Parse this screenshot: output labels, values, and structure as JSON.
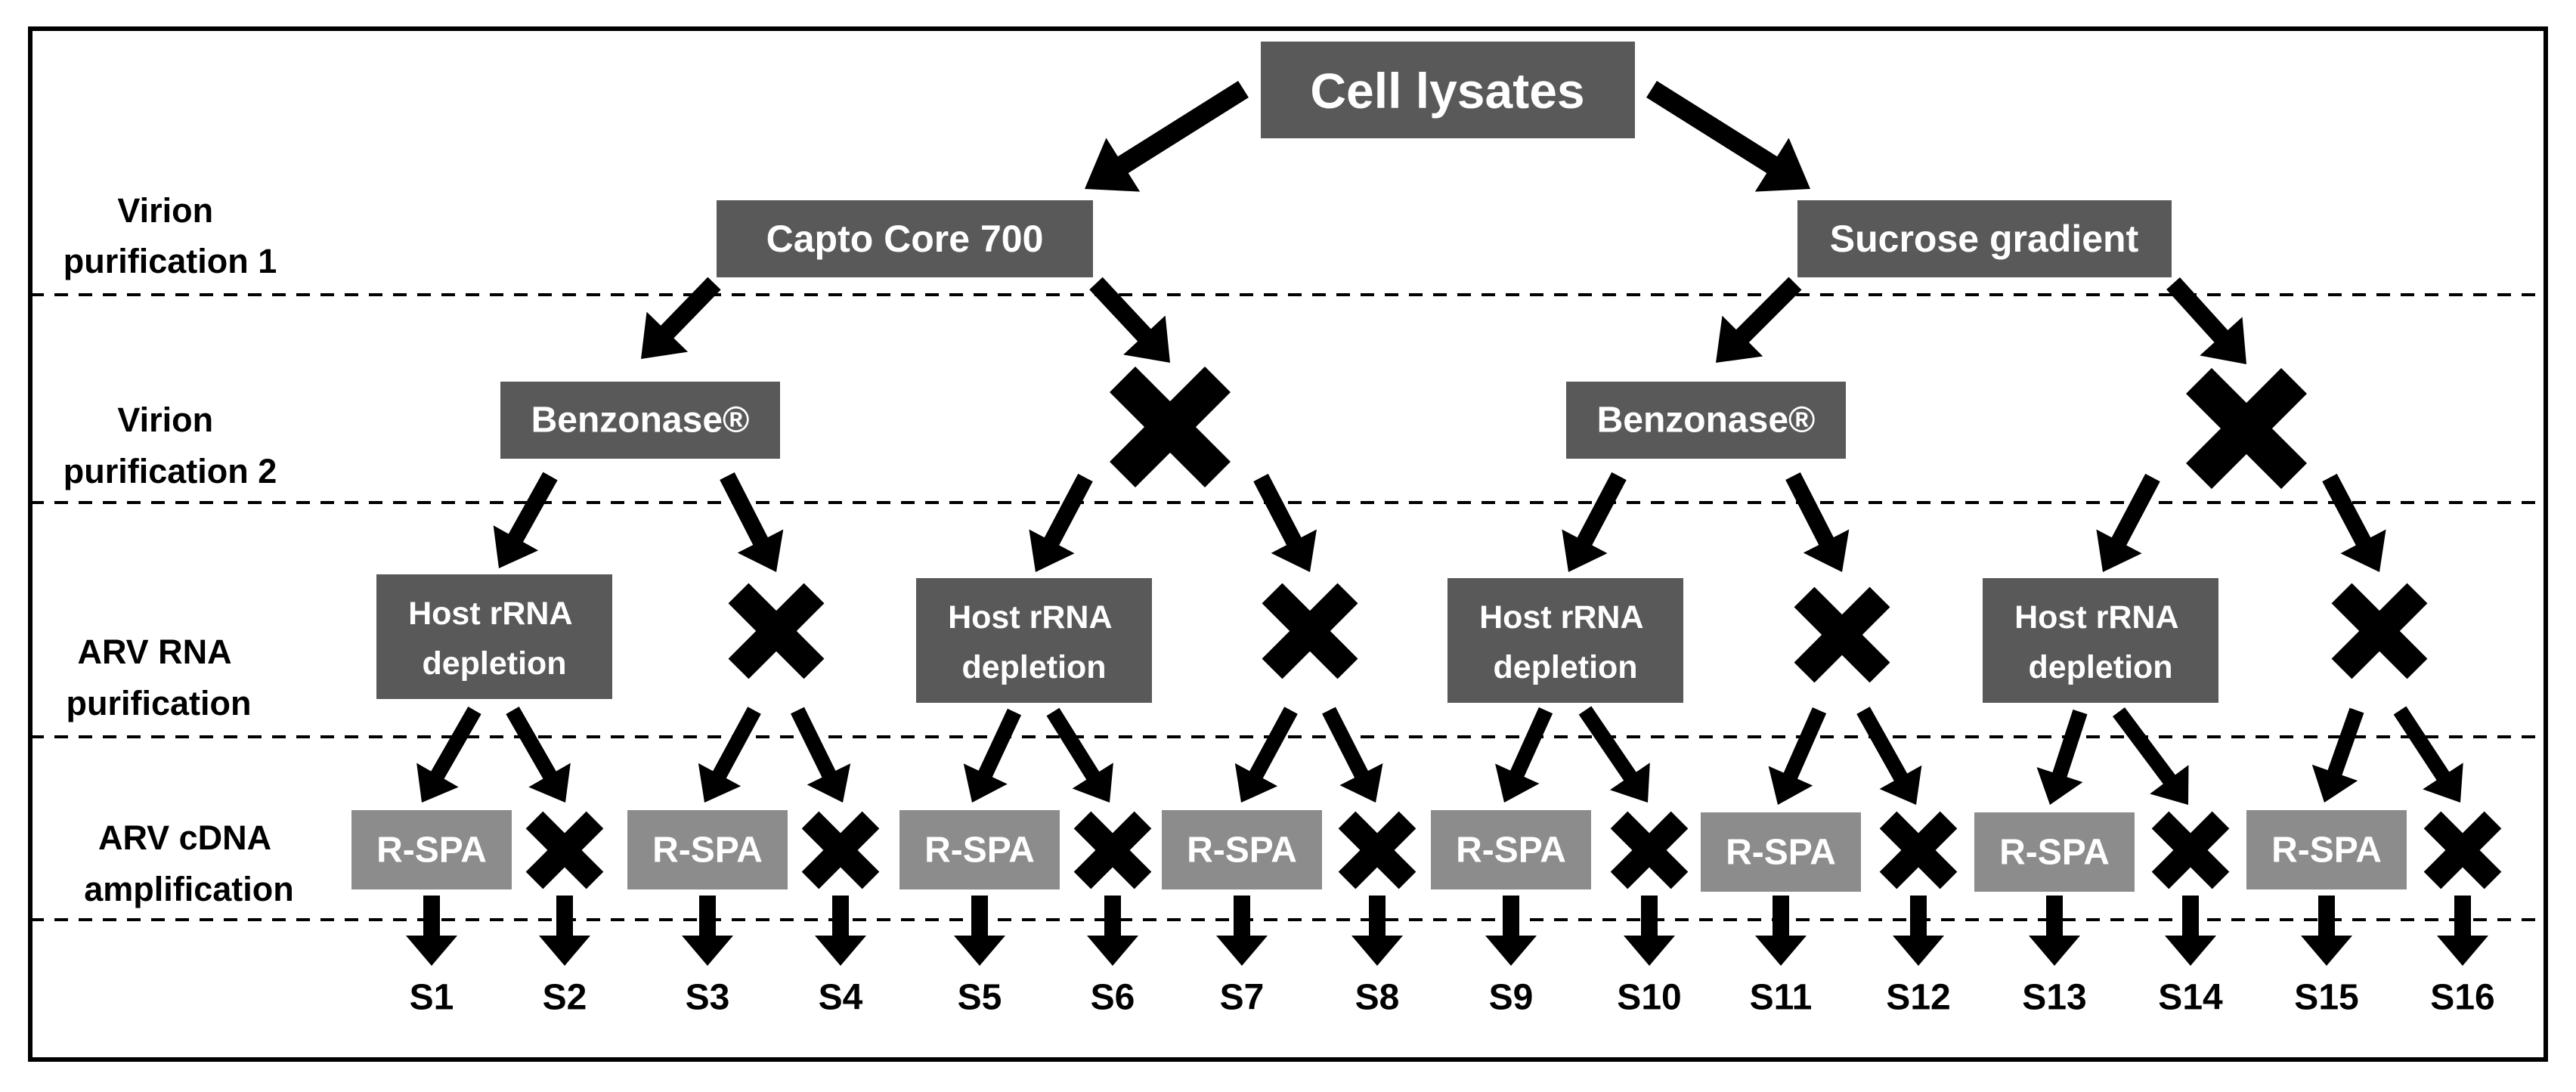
{
  "stages": [
    {
      "label_lines": [
        "Virion",
        "purification 1"
      ]
    },
    {
      "label_lines": [
        "Virion",
        "purification 2"
      ]
    },
    {
      "label_lines": [
        "ARV RNA",
        "purification"
      ]
    },
    {
      "label_lines": [
        "ARV cDNA",
        "amplification"
      ]
    }
  ],
  "nodes": {
    "root": "Cell lysates",
    "purification1": [
      "Capto Core 700",
      "Sucrose gradient"
    ],
    "benzonase": "Benzonase®",
    "host_rrna_lines": [
      "Host rRNA",
      "depletion"
    ],
    "rspa": "R-SPA"
  },
  "samples": [
    "S1",
    "S2",
    "S3",
    "S4",
    "S5",
    "S6",
    "S7",
    "S8",
    "S9",
    "S10",
    "S11",
    "S12",
    "S13",
    "S14",
    "S15",
    "S16"
  ],
  "colors": {
    "dark_box": "#595959",
    "rspa_box": "#8c8c8c",
    "arrow": "#000000"
  },
  "icons": {
    "omitted_step": "x-mark-icon",
    "step_arrow": "arrow-icon"
  }
}
